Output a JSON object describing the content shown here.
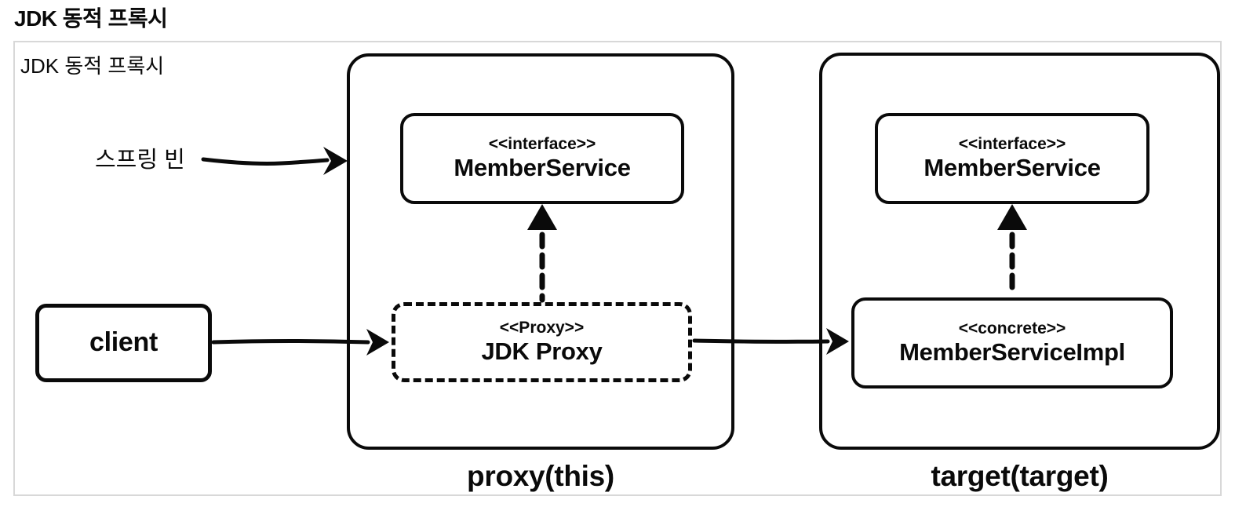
{
  "page": {
    "title": "JDK 동적 프록시"
  },
  "frame": {
    "label": "JDK 동적 프록시"
  },
  "annotations": {
    "spring_bean": "스프링 빈"
  },
  "client": {
    "label": "client"
  },
  "proxy_group": {
    "caption": "proxy(this)",
    "interface_box": {
      "stereotype": "<<interface>>",
      "name": "MemberService"
    },
    "proxy_box": {
      "stereotype": "<<Proxy>>",
      "name": "JDK Proxy"
    }
  },
  "target_group": {
    "caption": "target(target)",
    "interface_box": {
      "stereotype": "<<interface>>",
      "name": "MemberService"
    },
    "concrete_box": {
      "stereotype": "<<concrete>>",
      "name": "MemberServiceImpl"
    }
  },
  "colors": {
    "line": "#0a0a0a",
    "frame_border": "#d8d8d8",
    "background": "#ffffff"
  }
}
